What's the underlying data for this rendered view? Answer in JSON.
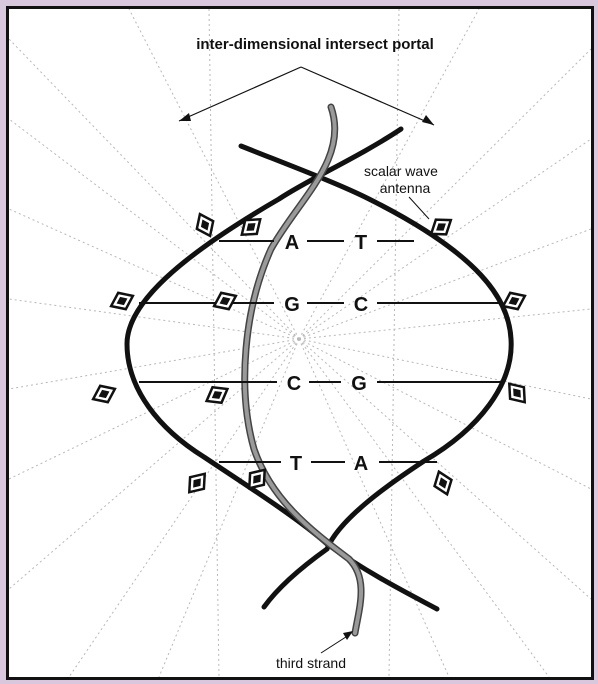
{
  "diagram": {
    "title": "inter-dimensional intersect portal",
    "antenna_label_line1": "scalar wave",
    "antenna_label_line2": "antenna",
    "third_strand_label": "third strand",
    "base_pairs": [
      {
        "left": "A",
        "right": "T"
      },
      {
        "left": "G",
        "right": "C"
      },
      {
        "left": "C",
        "right": "G"
      },
      {
        "left": "T",
        "right": "A"
      }
    ],
    "colors": {
      "background": "#d9c7dd",
      "panel": "#ffffff",
      "strand": "#111111",
      "third_strand": "#888888",
      "rays": "#b8b8b8"
    },
    "icons": [
      "antenna-diamond-icon"
    ]
  }
}
